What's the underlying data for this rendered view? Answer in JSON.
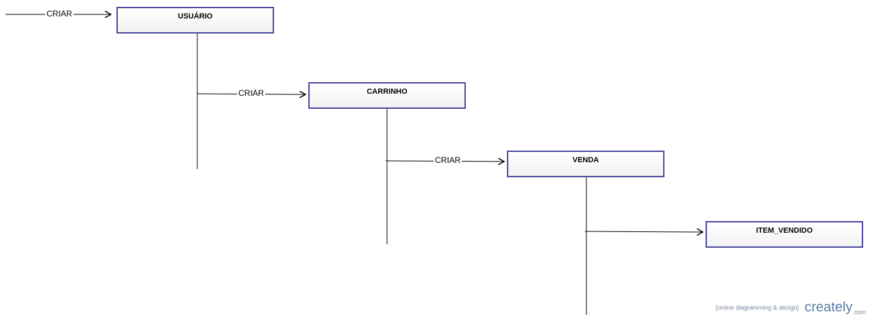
{
  "entities": {
    "usuario": "USUÁRIO",
    "carrinho": "CARRINHO",
    "venda": "VENDA",
    "item_vendido": "ITEM_VENDIDO"
  },
  "relations": {
    "criar_usuario": "CRIAR",
    "criar_carrinho": "CRIAR",
    "criar_venda": "CRIAR"
  },
  "watermark": {
    "tagline": "[online diagramming & design]",
    "brand": "creately",
    "suffix": ".com"
  },
  "colors": {
    "box_border": "#4a4a9e",
    "line": "#000000"
  }
}
